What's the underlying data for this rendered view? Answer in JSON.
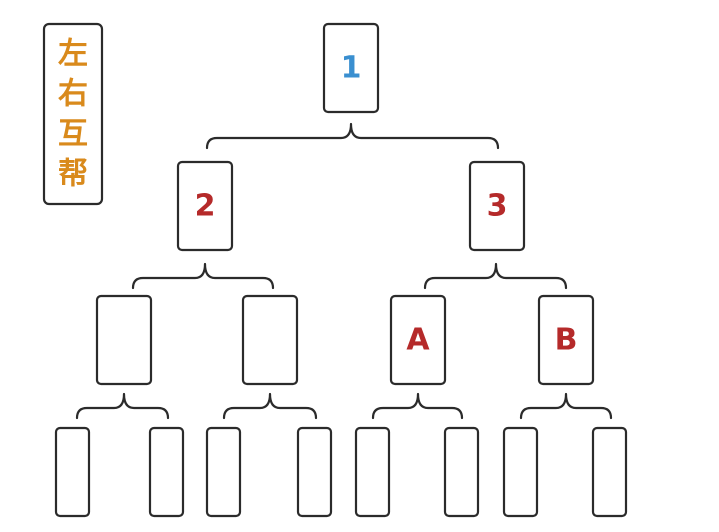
{
  "title": {
    "chars": [
      "左",
      "右",
      "互",
      "帮"
    ],
    "color": "#d98a1c"
  },
  "colors": {
    "root_text": "#3a8fd0",
    "node_text": "#b52a2a",
    "stroke": "#2b2b2b"
  },
  "tree": {
    "root": {
      "label": "1"
    },
    "level2": [
      {
        "label": "2"
      },
      {
        "label": "3"
      }
    ],
    "level3": [
      {
        "label": ""
      },
      {
        "label": ""
      },
      {
        "label": "A"
      },
      {
        "label": "B"
      }
    ],
    "level4": [
      {
        "label": ""
      },
      {
        "label": ""
      },
      {
        "label": ""
      },
      {
        "label": ""
      },
      {
        "label": ""
      },
      {
        "label": ""
      },
      {
        "label": ""
      },
      {
        "label": ""
      }
    ]
  }
}
